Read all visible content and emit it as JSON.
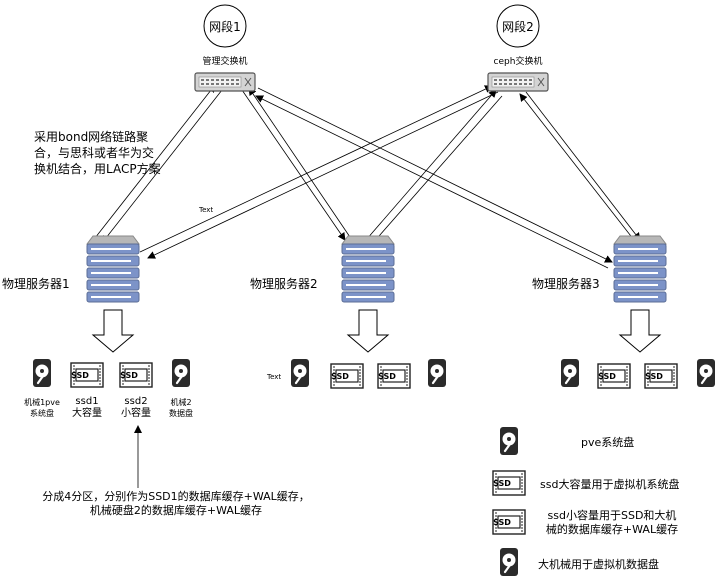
{
  "segments": {
    "seg1": {
      "name": "网段1",
      "switch_label": "管理交换机"
    },
    "seg2": {
      "name": "网段2",
      "switch_label": "ceph交换机"
    }
  },
  "annotation_bond": "采用bond网络链路聚合，与思科或者华为交换机结合，用LACP方案",
  "annotation_bond_lines": [
    "采用bond网络链路聚",
    "合，与思科或者华为交",
    "换机结合，用LACP方案"
  ],
  "link_text": "Text",
  "servers": [
    {
      "label": "物理服务器1"
    },
    {
      "label": "物理服务器2"
    },
    {
      "label": "物理服务器3"
    }
  ],
  "server1_disks": [
    {
      "type": "hdd",
      "label_lines": [
        "机械1pve",
        "系统盘"
      ]
    },
    {
      "type": "ssd",
      "text": "SSD",
      "label_lines": [
        "ssd1",
        "大容量"
      ]
    },
    {
      "type": "ssd",
      "text": "SSD",
      "label_lines": [
        "ssd2",
        "小容量"
      ]
    },
    {
      "type": "hdd",
      "label_lines": [
        "机械2",
        "数据盘"
      ]
    }
  ],
  "server2_disks_label": "Text",
  "ssd_text": "SSD",
  "partition_note_lines": [
    "分成4分区，分别作为SSD1的数据库缓存+WAL缓存，",
    "机械硬盘2的数据库缓存+WAL缓存"
  ],
  "legend": [
    {
      "type": "hdd",
      "label_lines": [
        "pve系统盘"
      ]
    },
    {
      "type": "ssd",
      "label_lines": [
        "ssd大容量用于虚拟机系统盘"
      ]
    },
    {
      "type": "ssd",
      "label_lines": [
        "ssd小容量用于SSD和大机",
        "械的数据库缓存+WAL缓存"
      ]
    },
    {
      "type": "hdd",
      "label_lines": [
        "大机械用于虚拟机数据盘"
      ]
    }
  ],
  "colors": {
    "server_fill": "#7c93c8",
    "server_stroke": "#5b6d96",
    "server_top": "#b7b7b7",
    "line": "#000000"
  }
}
